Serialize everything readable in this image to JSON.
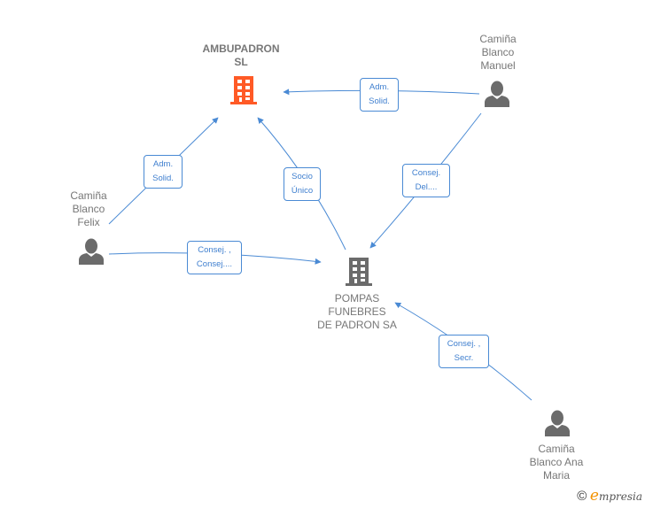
{
  "colors": {
    "edge": "#4a8ad4",
    "main_company": "#ff5a26",
    "company": "#6b6b6b",
    "person": "#6b6b6b",
    "label_text": "#777777"
  },
  "nodes": {
    "ambupadron": {
      "label": "AMBUPADRON\nSL",
      "type": "company",
      "icon": "building-icon"
    },
    "pompas": {
      "label": "POMPAS\nFUNEBRES\nDE PADRON SA",
      "type": "company",
      "icon": "building-icon"
    },
    "manuel": {
      "label": "Camiña\nBlanco\nManuel",
      "type": "person",
      "icon": "person-icon"
    },
    "felix": {
      "label": "Camiña\nBlanco\nFelix",
      "type": "person",
      "icon": "person-icon"
    },
    "ana": {
      "label": "Camiña\nBlanco Ana\nMaria",
      "type": "person",
      "icon": "person-icon"
    }
  },
  "edges": [
    {
      "from": "manuel",
      "to": "ambupadron",
      "label": "Adm.\nSolid."
    },
    {
      "from": "felix",
      "to": "ambupadron",
      "label": "Adm.\nSolid."
    },
    {
      "from": "pompas",
      "to": "ambupadron",
      "label": "Socio\nÚnico"
    },
    {
      "from": "manuel",
      "to": "pompas",
      "label": "Consej.\nDel...."
    },
    {
      "from": "felix",
      "to": "pompas",
      "label": "Consej. ,\nConsej...."
    },
    {
      "from": "ana",
      "to": "pompas",
      "label": "Consej. ,\nSecr."
    }
  ],
  "brand": {
    "copyright": "©",
    "initial": "e",
    "name": "mpresia"
  }
}
